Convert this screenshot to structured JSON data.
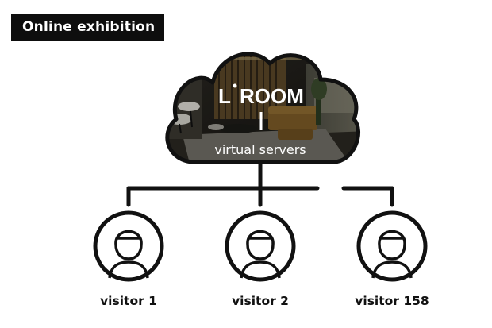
{
  "header": {
    "title": "Online exhibition"
  },
  "cloud": {
    "brand": "L'ROOM",
    "brand_prefix": "L",
    "brand_suffix": "ROOM",
    "subtitle": "virtual servers",
    "image": "dark-furnished-room-photo"
  },
  "visitors": [
    {
      "label": "visitor 1",
      "icon": "person-icon"
    },
    {
      "label": "visitor 2",
      "icon": "person-icon"
    },
    {
      "label": "visitor 158",
      "icon": "person-icon"
    }
  ],
  "colors": {
    "ink": "#111111",
    "badge_bg": "#0e0e0e",
    "badge_text": "#ffffff",
    "background": "#ffffff"
  }
}
